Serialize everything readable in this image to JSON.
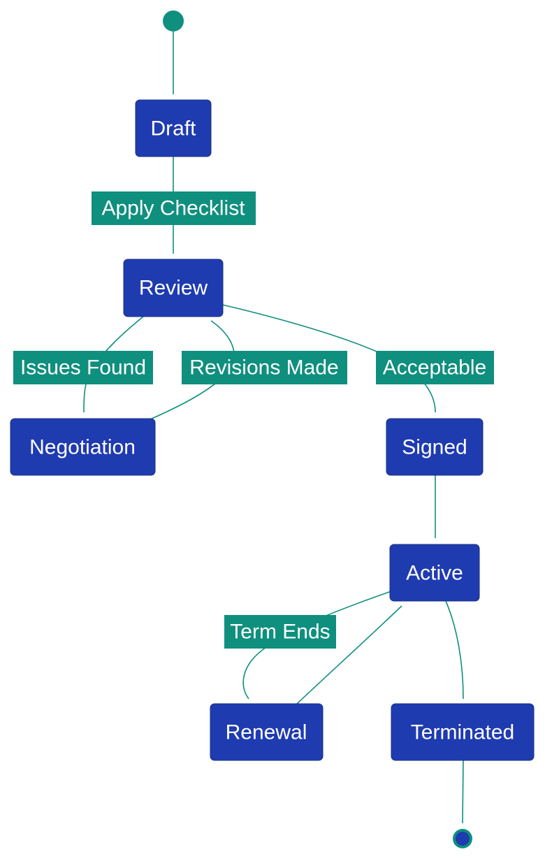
{
  "colors": {
    "node_fill": "#1f3bb0",
    "node_text": "#ffffff",
    "edge": "#0f8f7e",
    "edge_label_bg": "#0f8f7e",
    "edge_label_text": "#ffffff",
    "start_marker": "#0f8f7e",
    "end_marker_fill": "#1f3bb0",
    "end_marker_ring": "#0f8f7e"
  },
  "states": {
    "draft": "Draft",
    "review": "Review",
    "negotiation": "Negotiation",
    "signed": "Signed",
    "active": "Active",
    "renewal": "Renewal",
    "terminated": "Terminated"
  },
  "transitions": {
    "apply_checklist": "Apply Checklist",
    "issues_found": "Issues Found",
    "revisions_made": "Revisions Made",
    "acceptable": "Acceptable",
    "term_ends": "Term Ends"
  }
}
